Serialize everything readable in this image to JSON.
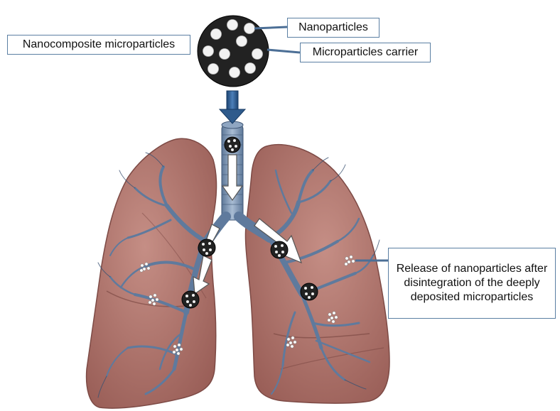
{
  "labels": {
    "nanocomposite_microparticles": "Nanocomposite microparticles",
    "nanoparticles": "Nanoparticles",
    "microparticles_carrier": "Microparticles carrier",
    "release_text": "Release of nanoparticles after disintegration of the deeply deposited microparticles"
  },
  "colors": {
    "lung_fill": "#b97b72",
    "lung_shade": "#9c5e58",
    "bronchi": "#6f87a8",
    "bronchi_dark": "#46607f",
    "particle": "#1e1e1e",
    "arrow_blue": "#2f5b8c",
    "label_border": "#5b7fa3"
  }
}
